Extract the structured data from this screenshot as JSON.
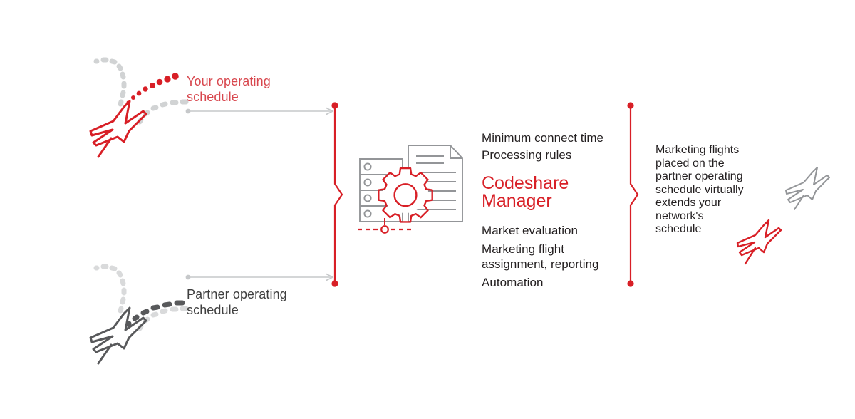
{
  "diagram": {
    "title": "Codeshare Manager process flow",
    "colors": {
      "brand_red": "#d81f26",
      "muted_red": "#d8474e",
      "dark_gray": "#58595b",
      "mid_gray": "#939598",
      "light_gray": "#d1d3d4",
      "text_black": "#231f20"
    }
  },
  "inputs": {
    "operating": {
      "label": "Your operating\nschedule",
      "plane_icon": "airplane-icon",
      "trail_icon": "dotted-trail-icon",
      "connector_icon": "arrow-connector-icon"
    },
    "partner": {
      "label": "Partner operating\nschedule",
      "plane_icon": "airplane-icon",
      "trail_icon": "dotted-trail-icon",
      "connector_icon": "arrow-connector-icon"
    }
  },
  "processor": {
    "server_icon": "server-rack-icon",
    "document_icon": "document-icon",
    "gear_icon": "gear-icon",
    "connector_icon": "dashed-connector-icon",
    "brand_title": "Codeshare\nManager",
    "features_top": [
      "Minimum connect time",
      "Processing rules"
    ],
    "features_bottom": [
      "Market evaluation",
      "Marketing flight\nassignment, reporting",
      "Automation"
    ]
  },
  "brackets": {
    "left_icon": "bracket-chevron-icon",
    "right_icon": "bracket-chevron-icon"
  },
  "output": {
    "text": "Marketing flights\nplaced on the\npartner operating\nschedule virtually\nextends your\nnetwork's\nschedule",
    "partner_plane_icon": "airplane-icon",
    "marketing_plane_icon": "airplane-icon"
  }
}
